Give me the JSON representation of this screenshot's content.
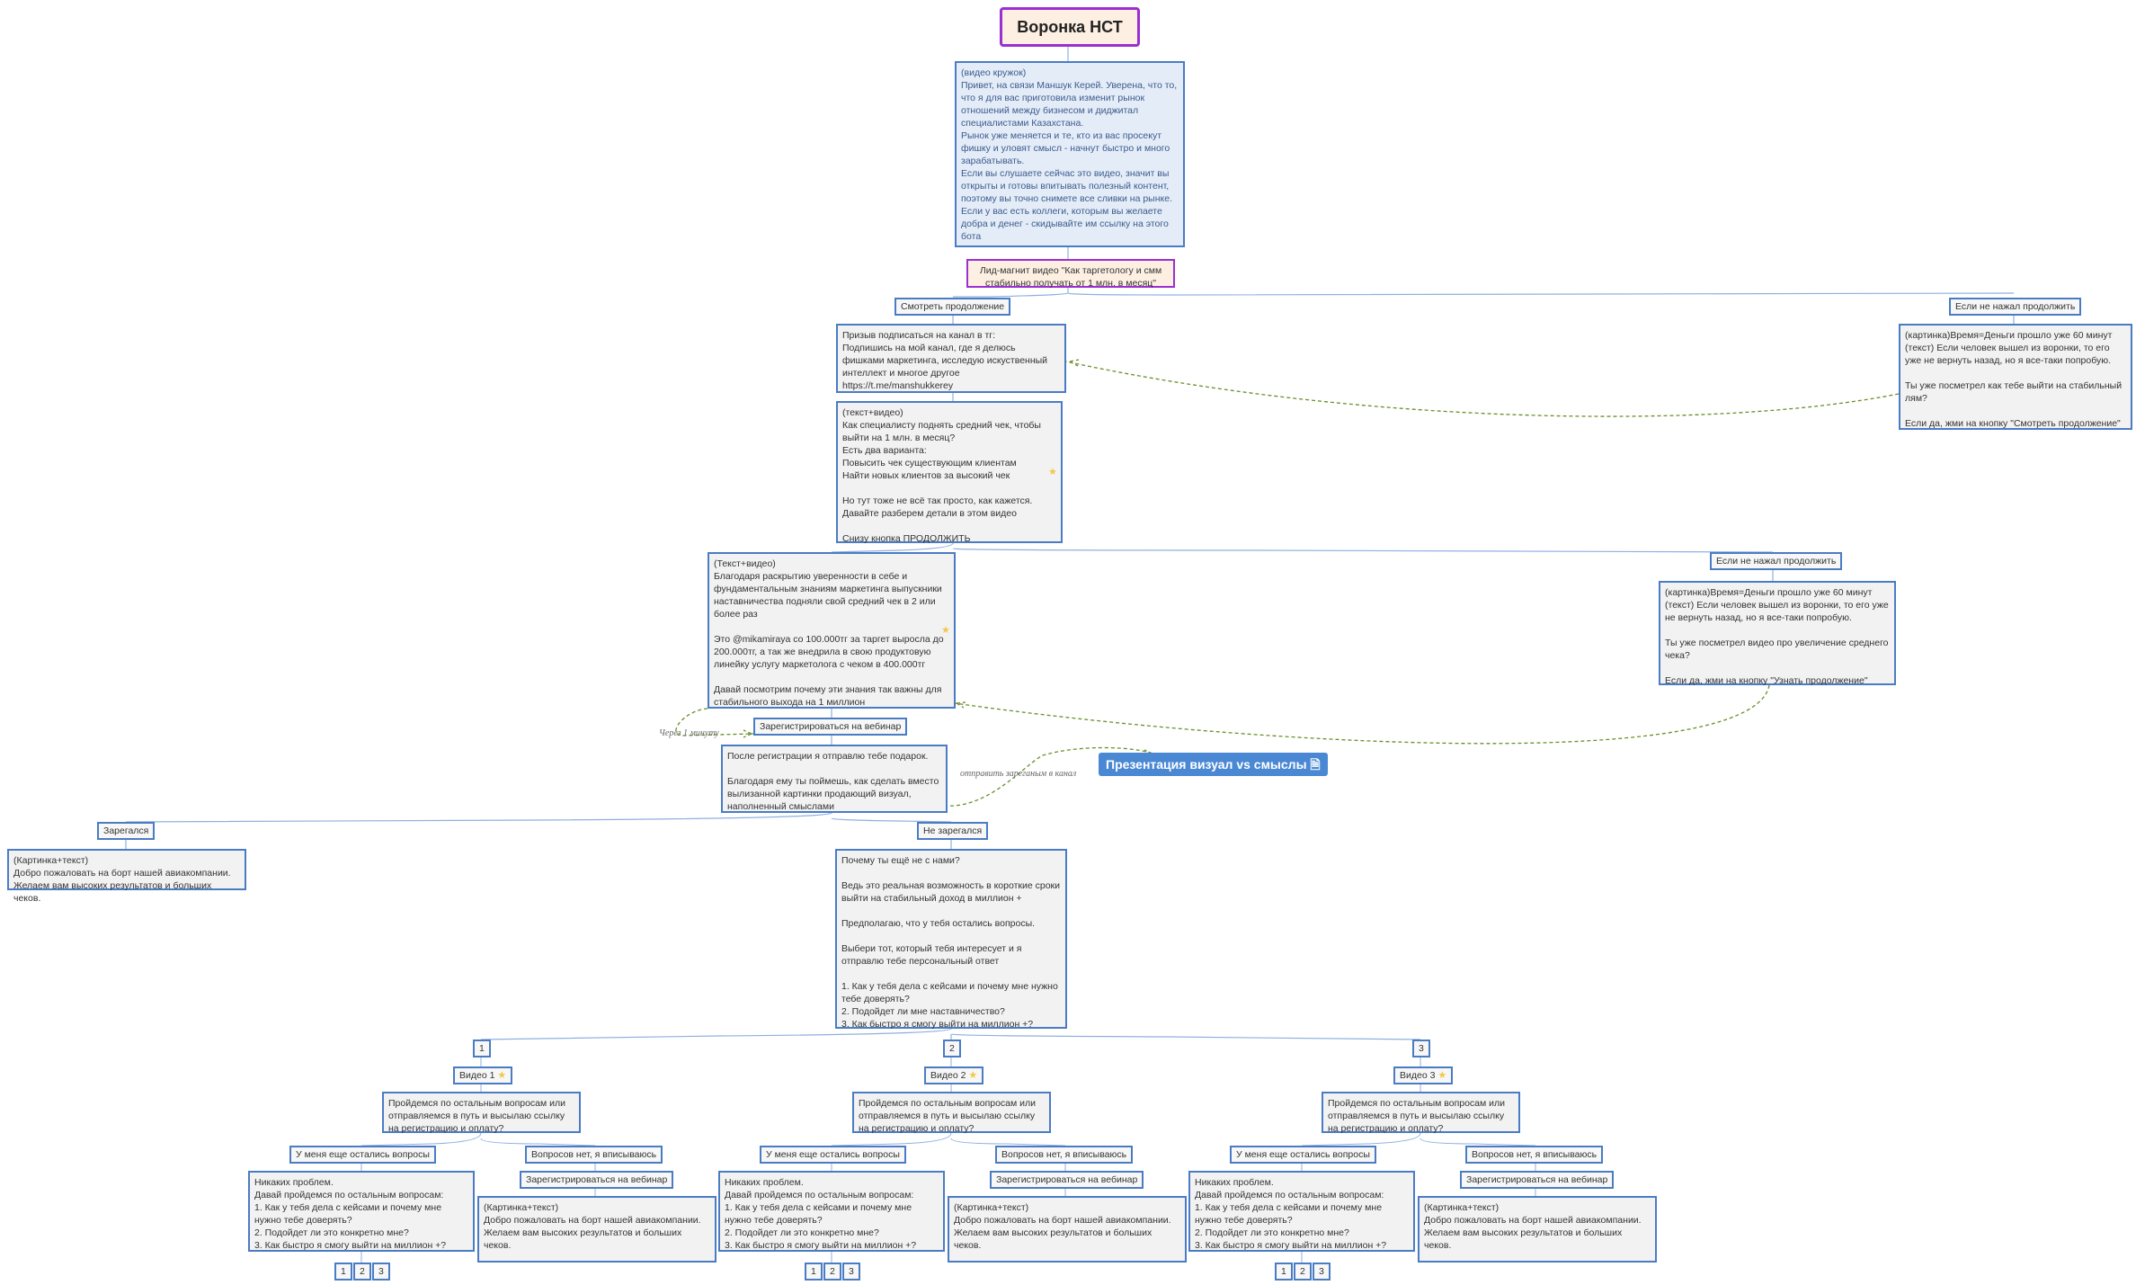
{
  "title": "Воронка НСТ",
  "intro_text": "(видео кружок)\nПривет, на связи Маншук Керей. Уверена, что то, что я для вас приготовила изменит рынок отношений между бизнесом и диджитал специалистами Казахстана.\nРынок уже меняется и те, кто из вас просекут фишку и уловят смысл - начнут быстро и много зарабатывать.\nЕсли вы слушаете сейчас это видео, значит вы открыты и готовы впитывать полезный контент, поэтому вы точно снимете все сливки на рынке.\nЕсли у вас есть коллеги, которым вы желаете добра и денег - скидывайте им ссылку на этого бота",
  "lead_magnet": "Лид-магнит видео \"Как таргетологу и смм стабильно получать от 1 млн. в месяц\"",
  "watch_continue": "Смотреть продолжение",
  "not_clicked": "Если не нажал продолжить",
  "subscribe_text": "Призыв подписаться на канал в тг:\nПодпишись на мой канал, где я делюсь фишками маркетинга, исследую искуственный интеллект и многое другое\nhttps://t.me/manshukkerey",
  "reminder1_text": "(картинка)Время=Деньги прошло уже 60 минут\n(текст) Если человек вышел из воронки, то его уже не вернуть назад, но я все-таки попробую.\n\nТы уже посметрел как тебе выйти на стабильный лям?\n\nЕсли да, жми на кнопку \"Смотреть продолжение\"",
  "textvideo1": "(текст+видео)\nКак специалисту поднять средний чек, чтобы выйти на 1 млн. в месяц?\nЕсть два варианта:\nПовысить чек существующим клиентам\nНайти новых клиентов за высокий чек\n\nНо тут тоже не всё так просто, как кажется.\nДавайте разберем детали в этом видео\n\nСнизу кнопка ПРОДОЛЖИТЬ",
  "textvideo2": "(Текст+видео)\nБлагодаря раскрытию уверенности в себе и фундаментальным знаниям маркетинга выпускники наставничества подняли свой средний чек в 2 или более раз\n\nЭто @mikamiraya со 100.000тг за таргет выросла до 200.000тг, а так же внедрила в свою продуктовую линейку услугу маркетолога с чеком в 400.000тг\n\nДавай посмотрим почему эти знания так важны для стабильного выхода на 1 миллион",
  "not_clicked2": "Если не нажал продолжить",
  "reminder2_text": "(картинка)Время=Деньги прошло уже 60 минут\n(текст) Если человек вышел из воронки, то его уже не вернуть назад, но я все-таки попробую.\n\nТы уже посметрел видео про увеличение среднего чека?\n\nЕсли да, жми на кнопку \"Узнать продолжение\"",
  "in_minute": "Через 1 минуту",
  "register_webinar": "Зарегистрироваться на вебинар",
  "after_reg_text": "После регистрации я отправлю тебе подарок.\n\nБлагодаря ему ты поймешь, как сделать вместо вылизанной картинки продающий визуал, наполненный смыслами",
  "send_to_channel": "отправить зареганым в канал",
  "presentation": "Презентация визуал vs смыслы",
  "registered": "Зарегался",
  "welcome_left": "(Картинка+текст)\nДобро пожаловать на борт нашей авиакомпании.\nЖелаем вам высоких результатов и больших чеков.",
  "not_registered": "Не зарегался",
  "why_not_text": "Почему ты ещё не с нами?\n\nВедь это реальная возможность в короткие сроки выйти на стабильный доход в миллион +\n\nПредполагаю, что у тебя остались вопросы.\n\nВыбери тот, который тебя интересует и я отправлю тебе персональный ответ\n\n1. Как у тебя дела с кейсами и почему мне нужно тебе доверять?\n2. Подойдет ли мне наставничество?\n3. Как быстро я смогу выйти на миллион +?",
  "branches": [
    {
      "num": "1",
      "video": "Видео 1",
      "go_through": "Пройдемся по остальным вопросам или отправляемся в путь и высылаю ссылку на регистрацию и оплату?",
      "have_questions": "У меня еще остались вопросы",
      "no_questions": "Вопросов нет, я вписываюсь",
      "no_problem": "Никаких проблем.\nДавай пройдемся по остальным вопросам:\n1. Как у тебя дела с кейсами и почему мне нужно тебе доверять?\n2. Подойдет ли это конкретно мне?\n3. Как быстро я смогу выйти на миллион +?",
      "register": "Зарегистрироваться на вебинар",
      "welcome": "(Картинка+текст)\nДобро пожаловать на борт нашей авиакомпании.\nЖелаем вам высоких результатов и больших чеков.",
      "sub": [
        "1",
        "2",
        "3"
      ]
    },
    {
      "num": "2",
      "video": "Видео 2",
      "go_through": "Пройдемся по остальным вопросам или отправляемся в путь и высылаю ссылку на регистрацию и оплату?",
      "have_questions": "У меня еще остались вопросы",
      "no_questions": "Вопросов нет, я вписываюсь",
      "no_problem": "Никаких проблем.\nДавай пройдемся по остальным вопросам:\n1. Как у тебя дела с кейсами и почему мне нужно тебе доверять?\n2. Подойдет ли это конкретно мне?\n3. Как быстро я смогу выйти на миллион +?",
      "register": "Зарегистрироваться на вебинар",
      "welcome": "(Картинка+текст)\nДобро пожаловать на борт нашей авиакомпании.\nЖелаем вам высоких результатов и больших чеков.",
      "sub": [
        "1",
        "2",
        "3"
      ]
    },
    {
      "num": "3",
      "video": "Видео 3",
      "go_through": "Пройдемся по остальным вопросам или отправляемся в путь и высылаю ссылку на регистрацию и оплату?",
      "have_questions": "У меня еще остались вопросы",
      "no_questions": "Вопросов нет, я вписываюсь",
      "no_problem": "Никаких проблем.\nДавай пройдемся по остальным вопросам:\n1. Как у тебя дела с кейсами и почему мне нужно тебе доверять?\n2. Подойдет ли это конкретно мне?\n3. Как быстро я смогу выйти на миллион +?",
      "register": "Зарегистрироваться на вебинар",
      "welcome": "(Картинка+текст)\nДобро пожаловать на борт нашей авиакомпании.\nЖелаем вам высоких результатов и больших чеков.",
      "sub": [
        "1",
        "2",
        "3"
      ]
    }
  ]
}
